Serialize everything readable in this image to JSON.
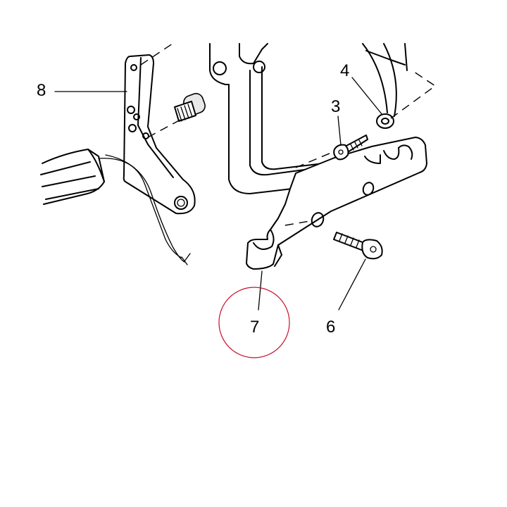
{
  "callouts": {
    "c8": "8",
    "c4": "4",
    "c3": "3",
    "c7": "7",
    "c6": "6"
  },
  "highlight_color": "#c8102e"
}
